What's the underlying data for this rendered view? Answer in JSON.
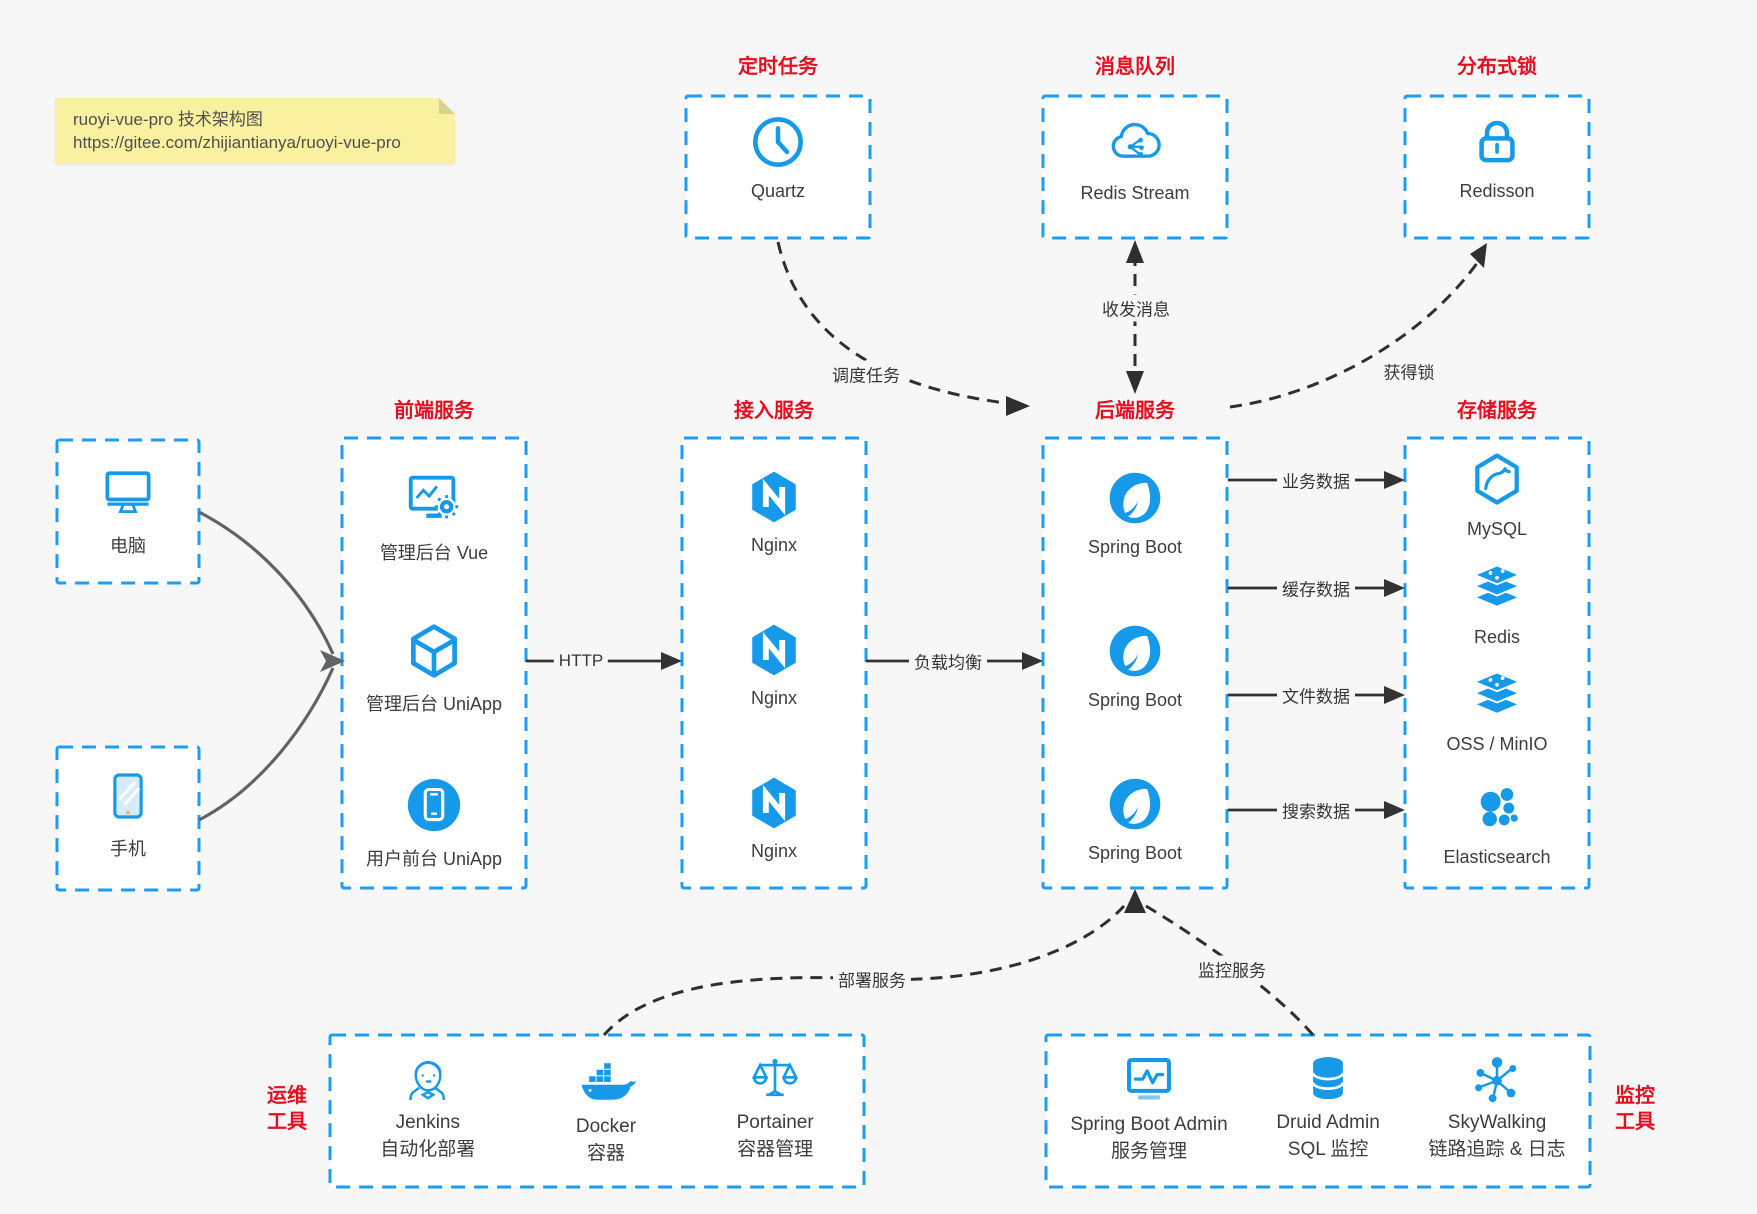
{
  "note": {
    "title": "ruoyi-vue-pro 技术架构图",
    "url": "https://gitee.com/zhijiantianya/ruoyi-vue-pro"
  },
  "colors": {
    "accent_blue": "#1599e8",
    "border_blue": "#1c9df5",
    "title_red": "#e60f21",
    "note_yellow": "#faf1a0",
    "page_bg": "#f7f7f8"
  },
  "top_services": [
    {
      "title": "定时任务",
      "label": "Quartz"
    },
    {
      "title": "消息队列",
      "label": "Redis Stream"
    },
    {
      "title": "分布式锁",
      "label": "Redisson"
    }
  ],
  "clients": [
    {
      "label": "电脑"
    },
    {
      "label": "手机"
    }
  ],
  "frontend": {
    "title": "前端服务",
    "items": [
      "管理后台 Vue",
      "管理后台 UniApp",
      "用户前台 UniApp"
    ]
  },
  "gateway": {
    "title": "接入服务",
    "items": [
      "Nginx",
      "Nginx",
      "Nginx"
    ]
  },
  "backend": {
    "title": "后端服务",
    "items": [
      "Spring Boot",
      "Spring Boot",
      "Spring Boot"
    ]
  },
  "storage": {
    "title": "存储服务",
    "items": [
      "MySQL",
      "Redis",
      "OSS / MinIO",
      "Elasticsearch"
    ]
  },
  "edges": {
    "http": "HTTP",
    "load_balance": "负载均衡",
    "schedule": "调度任务",
    "message": "收发消息",
    "lock": "获得锁",
    "business_data": "业务数据",
    "cache_data": "缓存数据",
    "file_data": "文件数据",
    "search_data": "搜索数据",
    "deploy": "部署服务",
    "monitor": "监控服务"
  },
  "ops": {
    "title_line1": "运维",
    "title_line2": "工具",
    "items": [
      {
        "name": "Jenkins",
        "desc": "自动化部署"
      },
      {
        "name": "Docker",
        "desc": "容器"
      },
      {
        "name": "Portainer",
        "desc": "容器管理"
      }
    ]
  },
  "monitoring": {
    "title_line1": "监控",
    "title_line2": "工具",
    "items": [
      {
        "name": "Spring Boot Admin",
        "desc": "服务管理"
      },
      {
        "name": "Druid Admin",
        "desc": "SQL 监控"
      },
      {
        "name": "SkyWalking",
        "desc": "链路追踪 & 日志"
      }
    ]
  }
}
